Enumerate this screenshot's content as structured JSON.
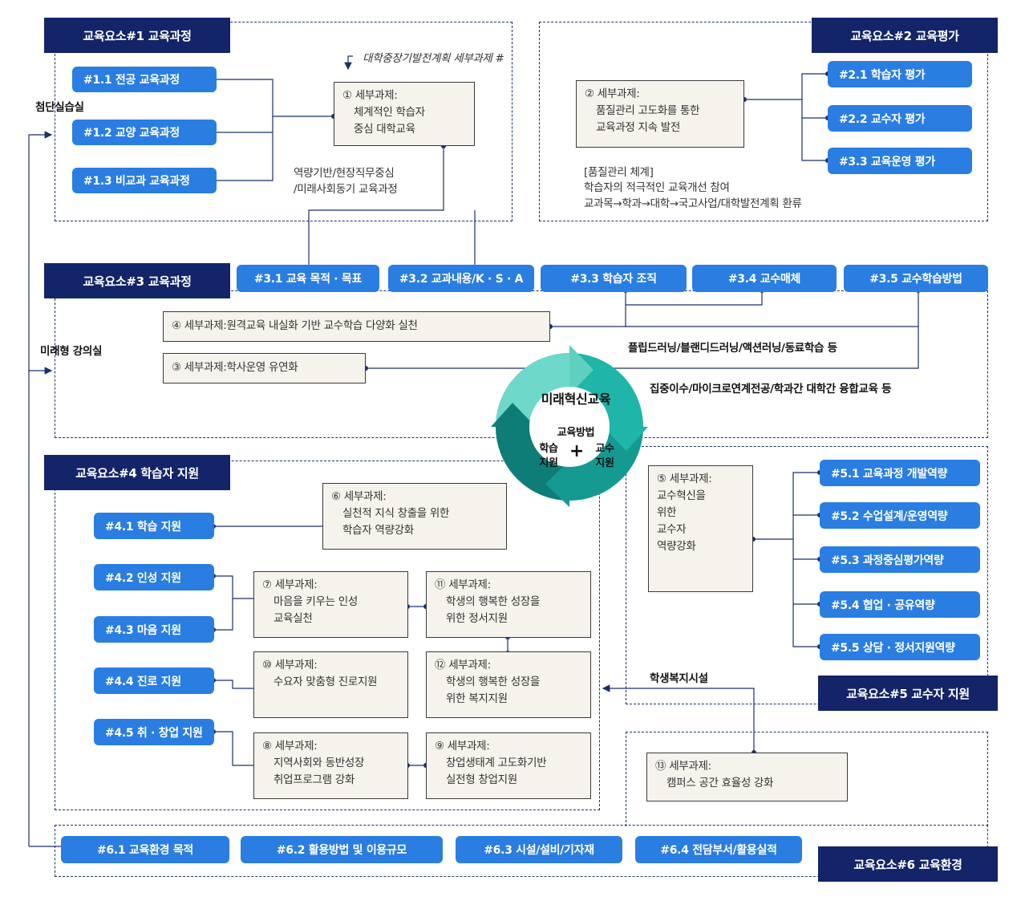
{
  "element1": {
    "header": "교육요소#1 교육과정",
    "items": [
      "#1.1 전공 교육과정",
      "#1.2 교양 교육과정",
      "#1.3 비교과 교육과정"
    ],
    "task_num": "① 세부과제:",
    "task_line1": "체계적인 학습자",
    "task_line2": "중심 대학교육",
    "plan_note": "대학중장기발전계획 세부과제 #",
    "note1": "역량기반/현장직무중심",
    "note2": "/미래사회동기 교육과정"
  },
  "element2": {
    "header": "교육요소#2 교육평가",
    "items": [
      "#2.1 학습자 평가",
      "#2.2 교수자 평가",
      "#3.3 교육운영 평가"
    ],
    "task_num": "② 세부과제:",
    "task_line1": "품질관리 고도화를 통한",
    "task_line2": "교육과정 지속 발전",
    "note1": "[품질관리 체계]",
    "note2": "학습자의 적극적인 교육개선 참여",
    "flow": [
      "교과목",
      "학과",
      "대학",
      "국고사업/대학발전계획 환류"
    ]
  },
  "element3": {
    "header": "교육요소#3 교육과정",
    "items": [
      "#3.1 교육 목적 · 목표",
      "#3.2 교과내용/K · S · A",
      "#3.3 학습자 조직",
      "#3.4 교수매체",
      "#3.5 교수학습방법"
    ],
    "task4": "④ 세부과제:원격교육 내실화 기반 교수학습 다양화 실천",
    "task3": "③ 세부과제:학사운영 유연화",
    "note1": "플립드러닝/블랜디드러닝/액션러닝/동료학습 등",
    "note2": "집중이수/마이크로연계전공/학과간 대학간 융합교육 등"
  },
  "element4": {
    "header": "교육요소#4 학습자 지원",
    "items": [
      "#4.1 학습 지원",
      "#4.2 인성 지원",
      "#4.3 마음 지원",
      "#4.4 진로 지원",
      "#4.5 취 · 창업 지원"
    ],
    "task6": {
      "num": "⑥ 세부과제:",
      "l1": "실천적 지식 창출을 위한",
      "l2": "학습자 역량강화"
    },
    "task7": {
      "num": "⑦ 세부과제:",
      "l1": "마음을 키우는 인성",
      "l2": "교육실천"
    },
    "task10": {
      "num": "⑩ 세부과제:",
      "l1": "수요자 맞춤형 진로지원"
    },
    "task8": {
      "num": "⑧ 세부과제:",
      "l1": "지역사회와 동반성장",
      "l2": "취업프로그램 강화"
    },
    "task11": {
      "num": "⑪ 세부과제:",
      "l1": "학생의 행복한 성장을",
      "l2": "위한 정서지원"
    },
    "task12": {
      "num": "⑫ 세부과제:",
      "l1": "학생의 행복한 성장을",
      "l2": "위한 복지지원"
    },
    "task9": {
      "num": "⑨ 세부과제:",
      "l1": "창업생태계 고도화기반",
      "l2": "실전형 창업지원"
    }
  },
  "element5": {
    "header": "교육요소#5 교수자 지원",
    "items": [
      "#5.1 교육과정 개발역량",
      "#5.2 수업설계/운영역량",
      "#5.3 과정중심평가역량",
      "#5.4 협업 · 공유역량",
      "#5.5 상담 · 정서지원역량"
    ],
    "task5": {
      "num": "⑤ 세부과제:",
      "l1": "교수혁신을",
      "l2": "위한",
      "l3": "교수자",
      "l4": "역량강화"
    }
  },
  "element6": {
    "header": "교육요소#6 교육환경",
    "items": [
      "#6.1 교육환경 목적",
      "#6.2 활용방법 및 이용규모",
      "#6.3 시설/설비/기자재",
      "#6.4 전담부서/활용실적"
    ],
    "task13": {
      "num": "⑬ 세부과제:",
      "l1": "캠퍼스 공간 효율성 강화"
    }
  },
  "side_labels": {
    "lab": "첨단실습실",
    "lecture": "미래형 강의실",
    "welfare": "학생복지시설"
  },
  "center": {
    "title": "미래혁신교육",
    "method": "교육방법",
    "learn1": "학습",
    "learn2": "지원",
    "prof1": "교수",
    "prof2": "지원",
    "plus": "+"
  },
  "colors": {
    "navy": "#142468",
    "blue": "#2a7de1",
    "box": "#f5f3ec",
    "cycle_light": "#5fd0c0",
    "cycle_mid": "#1fb5a8",
    "cycle_dark": "#0f7d77"
  }
}
